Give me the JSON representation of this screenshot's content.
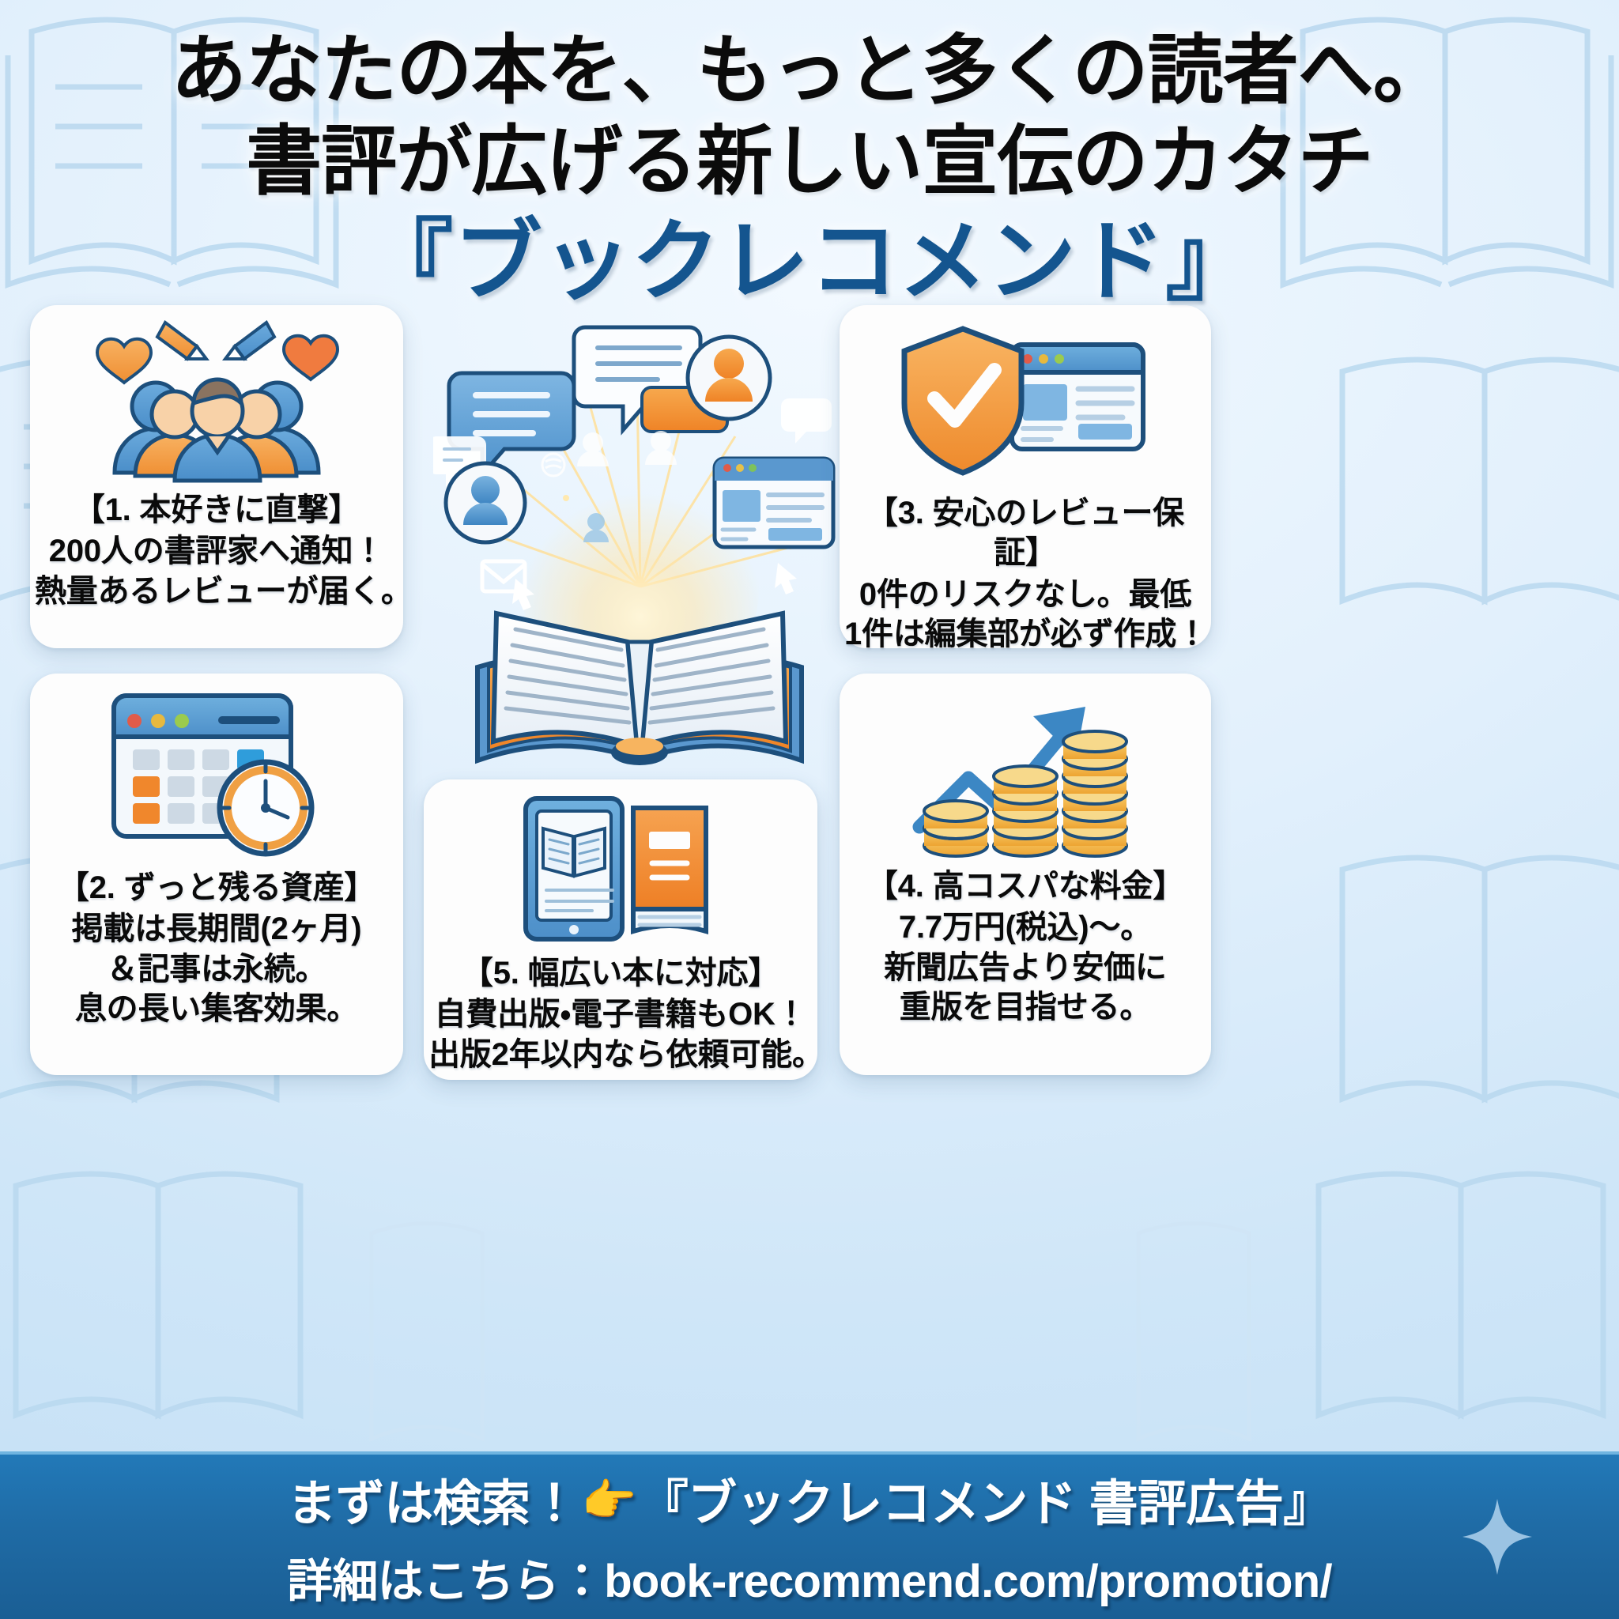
{
  "header": {
    "line1": "あなたの本を、もっと多くの読者へ。",
    "line2": "書評が広げる新しい宣伝のカタチ",
    "brand": "『ブックレコメンド』"
  },
  "cards": [
    {
      "id": 1,
      "icon": "readers-group-icon",
      "title": "【1. 本好きに直撃】",
      "lines": [
        "200人の書評家へ通知！",
        "熱量あるレビューが届く。"
      ]
    },
    {
      "id": 2,
      "icon": "calendar-clock-icon",
      "title": "【2. ずっと残る資産】",
      "lines": [
        "掲載は長期間(2ヶ月)",
        "＆記事は永続。",
        "息の長い集客効果。"
      ]
    },
    {
      "id": 3,
      "icon": "shield-check-icon",
      "title": "【3. 安心のレビュー保証】",
      "lines": [
        "0件のリスクなし。最低",
        "1件は編集部が必ず作成！"
      ]
    },
    {
      "id": 4,
      "icon": "growth-coins-icon",
      "title": "【4. 高コスパな料金】",
      "lines": [
        "7.7万円(税込)〜。",
        "新聞広告より安価に",
        "重版を目指せる。"
      ]
    },
    {
      "id": 5,
      "icon": "tablet-book-icon",
      "title": "【5. 幅広い本に対応】",
      "lines": [
        "自費出版・電子書籍もOK！",
        "出版2年以内なら依頼可能。"
      ]
    }
  ],
  "center_art": {
    "icon": "open-book-burst-illustration",
    "description": "開いた本から吹き出し・ユーザーアイコン・ウェブ記事が広がる光のイラスト"
  },
  "banner": {
    "cta_prefix": "まずは検索！",
    "pointer_icon": "pointing-right-icon",
    "search_term": "『ブックレコメンド 書評広告』",
    "detail_label": "詳細はこちら：",
    "url": "book-recommend.com/promotion/",
    "sparkle_icon": "sparkle-icon"
  },
  "colors": {
    "brand_blue": "#14558f",
    "banner_blue": "#1f6ba5",
    "accent_orange": "#f0922f",
    "icon_blue": "#3c87c4",
    "outline_navy": "#1d4f7c",
    "card_bg": "#fdfdfd",
    "page_bg": "#cfe6f8"
  }
}
